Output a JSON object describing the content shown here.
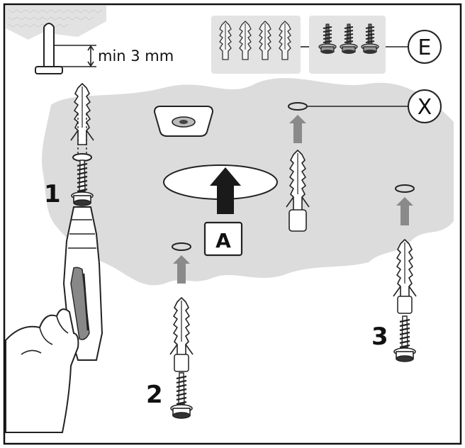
{
  "labels": {
    "min_depth": "min 3 mm",
    "component_e": "E",
    "component_x": "X",
    "component_a": "A",
    "step_1": "1",
    "step_2": "2",
    "step_3": "3"
  },
  "colors": {
    "frame": "#111111",
    "ceiling_patch": "#dcdcdc",
    "kit_box": "#e3e3e3",
    "arrow_dark": "#1a1a1a",
    "arrow_grey": "#8a8a8a",
    "outline": "#222222"
  },
  "icons": {
    "dowel": "wall-plug-icon",
    "screw": "screw-icon",
    "washer": "washer-icon",
    "drill": "drill-icon",
    "hand": "hand-icon",
    "bracket": "mounting-bracket-icon",
    "disc": "ceiling-disc-icon"
  }
}
